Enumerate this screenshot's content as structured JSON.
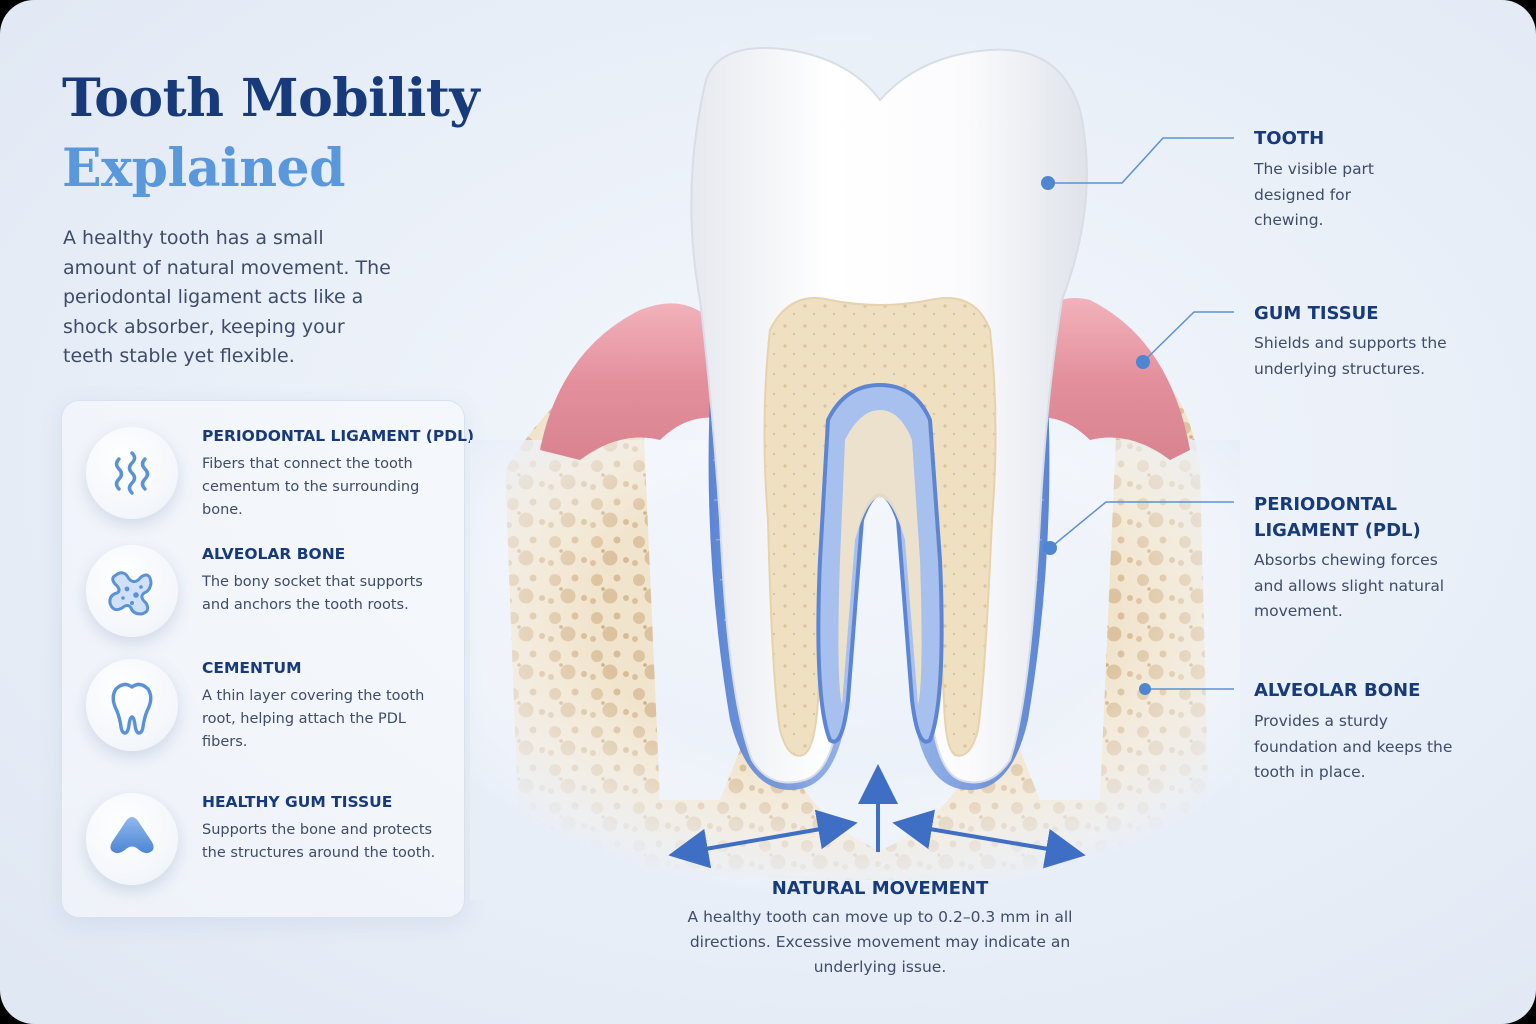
{
  "header": {
    "title_line1": "Tooth Mobility",
    "title_line2": "Explained"
  },
  "intro": "A healthy tooth has a small amount of natural movement. The periodontal ligament acts like a shock absorber, keeping your teeth stable yet flexible.",
  "structures": [
    {
      "icon": "pdl-fibers-icon",
      "title": "PERIODONTAL LIGAMENT (PDL)",
      "text": "Fibers that connect the tooth cementum to the surrounding bone."
    },
    {
      "icon": "alveolar-bone-icon",
      "title": "ALVEOLAR BONE",
      "text": "The bony socket that supports and anchors the tooth roots."
    },
    {
      "icon": "tooth-outline-icon",
      "title": "CEMENTUM",
      "text": "A thin layer covering the tooth root, helping attach the PDL fibers."
    },
    {
      "icon": "gum-tissue-icon",
      "title": "HEALTHY GUM TISSUE",
      "text": "Supports the bone and protects the structures around the tooth."
    }
  ],
  "callouts": [
    {
      "title": "TOOTH",
      "text": "The visible part designed for chewing."
    },
    {
      "title": "GUM TISSUE",
      "text": "Shields and supports the underlying structures."
    },
    {
      "title": "PERIODONTAL LIGAMENT (PDL)",
      "text": "Absorbs chewing forces and allows slight natural movement."
    },
    {
      "title": "ALVEOLAR BONE",
      "text": "Provides a sturdy foundation and keeps the tooth in place."
    }
  ],
  "natural_movement": {
    "title": "NATURAL MOVEMENT",
    "text": "A healthy tooth can move up to 0.2–0.3 mm in all directions. Excessive movement may indicate an underlying issue."
  },
  "colors": {
    "navy": "#173a7a",
    "accent_blue": "#5a98dc",
    "body_text": "#3d4c68",
    "gum_pink": "#e38f9b",
    "bone_beige": "#f1e4cd",
    "pdl_blue": "#6f93dc"
  }
}
